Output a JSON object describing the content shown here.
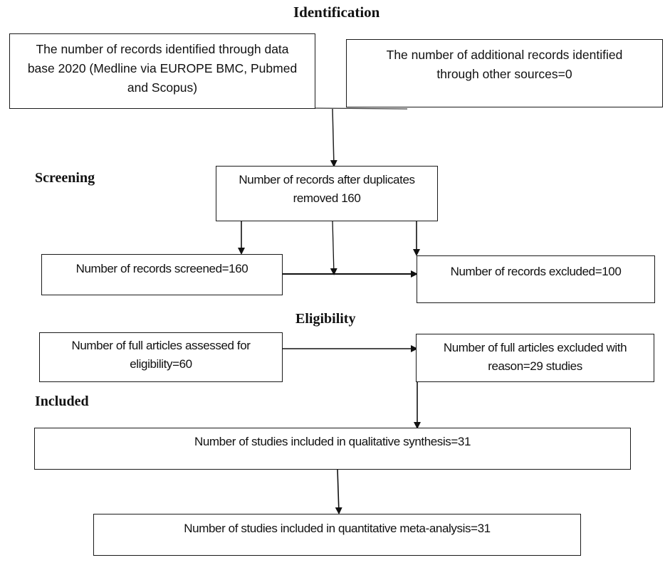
{
  "stages": {
    "identification": "Identification",
    "screening": "Screening",
    "eligibility": "Eligibility",
    "included": "Included"
  },
  "boxes": {
    "database_records": "The number of records identified through data base 2020 (Medline via EUROPE BMC, Pubmed and Scopus)",
    "additional_records": "The number of additional records identified through other sources=0",
    "after_duplicates": "Number of records after duplicates removed 160",
    "screened": "Number of records screened=160",
    "excluded": "Number of records excluded=100",
    "full_assessed": "Number of full articles assessed for eligibility=60",
    "full_excluded": "Number of full articles excluded with reason=29 studies",
    "qualitative": "Number of studies included in qualitative synthesis=31",
    "quantitative": "Number of studies included in quantitative meta-analysis=31"
  }
}
